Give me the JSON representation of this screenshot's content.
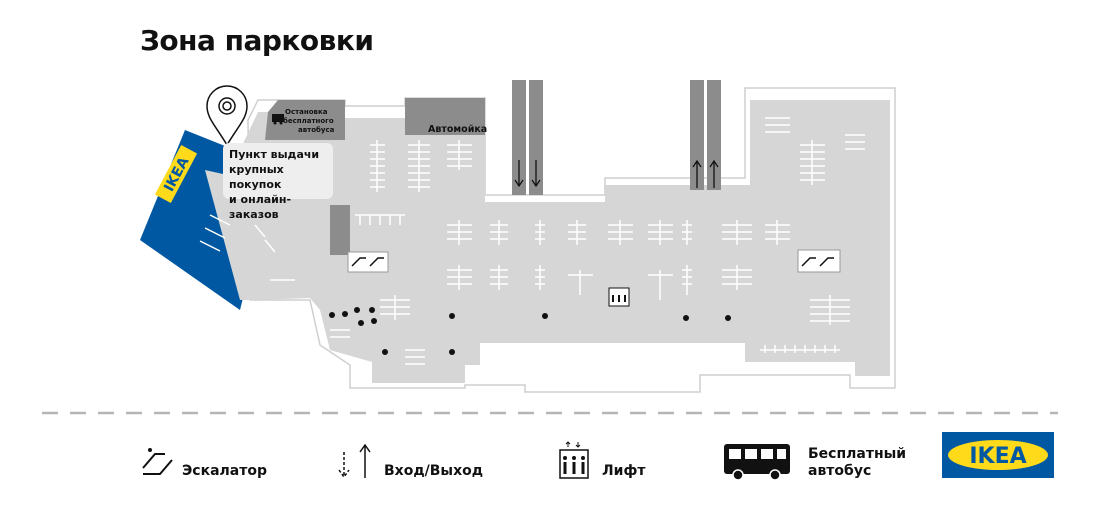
{
  "title": "Зона парковки",
  "map": {
    "bus_stop_label_1": "Остановка",
    "bus_stop_label_2": "бесплатного",
    "bus_stop_label_3": "автобуса",
    "car_wash_label": "Автомойка",
    "pickup_label_1": "Пункт выдачи",
    "pickup_label_2": "крупных покупок",
    "pickup_label_3": "и онлайн-заказов",
    "store_logo": "IKEA"
  },
  "legend": {
    "escalator": "Эскалатор",
    "entry_exit": "Вход/Выход",
    "elevator": "Лифт",
    "bus_1": "Бесплатный",
    "bus_2": "автобус",
    "logo": "IKEA"
  },
  "colors": {
    "ikea_blue": "#0058a3",
    "ikea_yellow": "#ffda1a",
    "parking_gray": "#d6d6d6",
    "dark_gray": "#8c8c8c"
  }
}
